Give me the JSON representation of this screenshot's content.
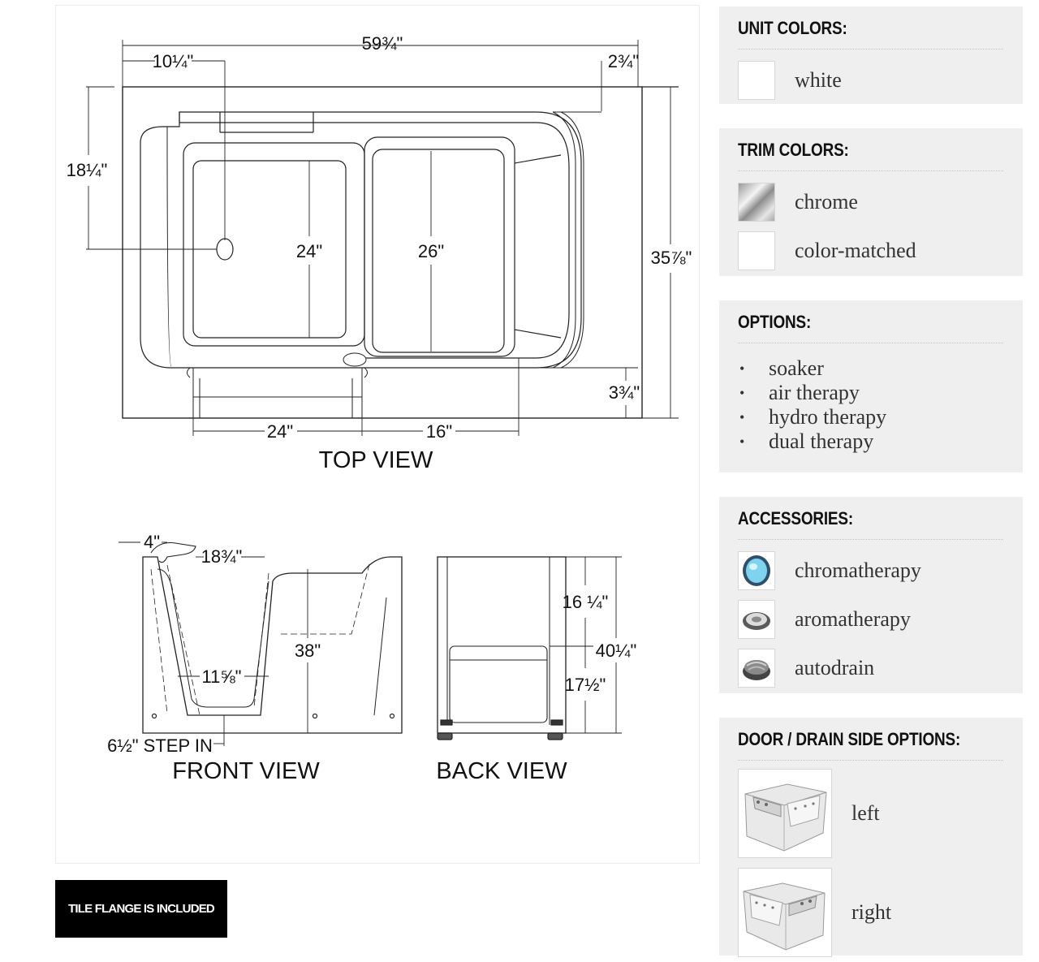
{
  "drawing": {
    "top_view": {
      "title": "TOP VIEW",
      "overall_length": "59¾\"",
      "drain_offset": "10¼\"",
      "rim_offset": "2¾\"",
      "drain_depth": "18¼\"",
      "seat_depth": "24\"",
      "foot_depth": "26\"",
      "overall_width": "35⅞\"",
      "step_offset": "3¾\"",
      "seat_width": "24\"",
      "door_width": "16\""
    },
    "front_view": {
      "title": "FRONT VIEW",
      "faucet": "4\"",
      "opening": "18¾\"",
      "height": "38\"",
      "floor_width": "11⅝\"",
      "step_in": "6½\" STEP IN"
    },
    "back_view": {
      "title": "BACK VIEW",
      "upper": "16 ¼\"",
      "total": "40¼\"",
      "lower": "17½\""
    }
  },
  "flange_badge": "TILE FLANGE IS INCLUDED",
  "unit_colors": {
    "heading": "UNIT COLORS:",
    "items": [
      {
        "label": "white",
        "swatch": "#ffffff"
      }
    ]
  },
  "trim_colors": {
    "heading": "TRIM COLORS:",
    "items": [
      {
        "label": "chrome",
        "swatch": "chrome-gradient"
      },
      {
        "label": "color-matched",
        "swatch": "#ffffff"
      }
    ]
  },
  "options": {
    "heading": "OPTIONS:",
    "items": [
      "soaker",
      "air therapy",
      "hydro therapy",
      "dual therapy"
    ]
  },
  "accessories": {
    "heading": "ACCESSORIES:",
    "items": [
      {
        "label": "chromatherapy",
        "icon": "chromatherapy-light-icon"
      },
      {
        "label": "aromatherapy",
        "icon": "aromatherapy-icon"
      },
      {
        "label": "autodrain",
        "icon": "autodrain-icon"
      }
    ]
  },
  "door_side": {
    "heading": "DOOR / DRAIN SIDE OPTIONS:",
    "items": [
      {
        "label": "left",
        "image": "left-door-tub-thumbnail"
      },
      {
        "label": "right",
        "image": "right-door-tub-thumbnail"
      }
    ]
  }
}
